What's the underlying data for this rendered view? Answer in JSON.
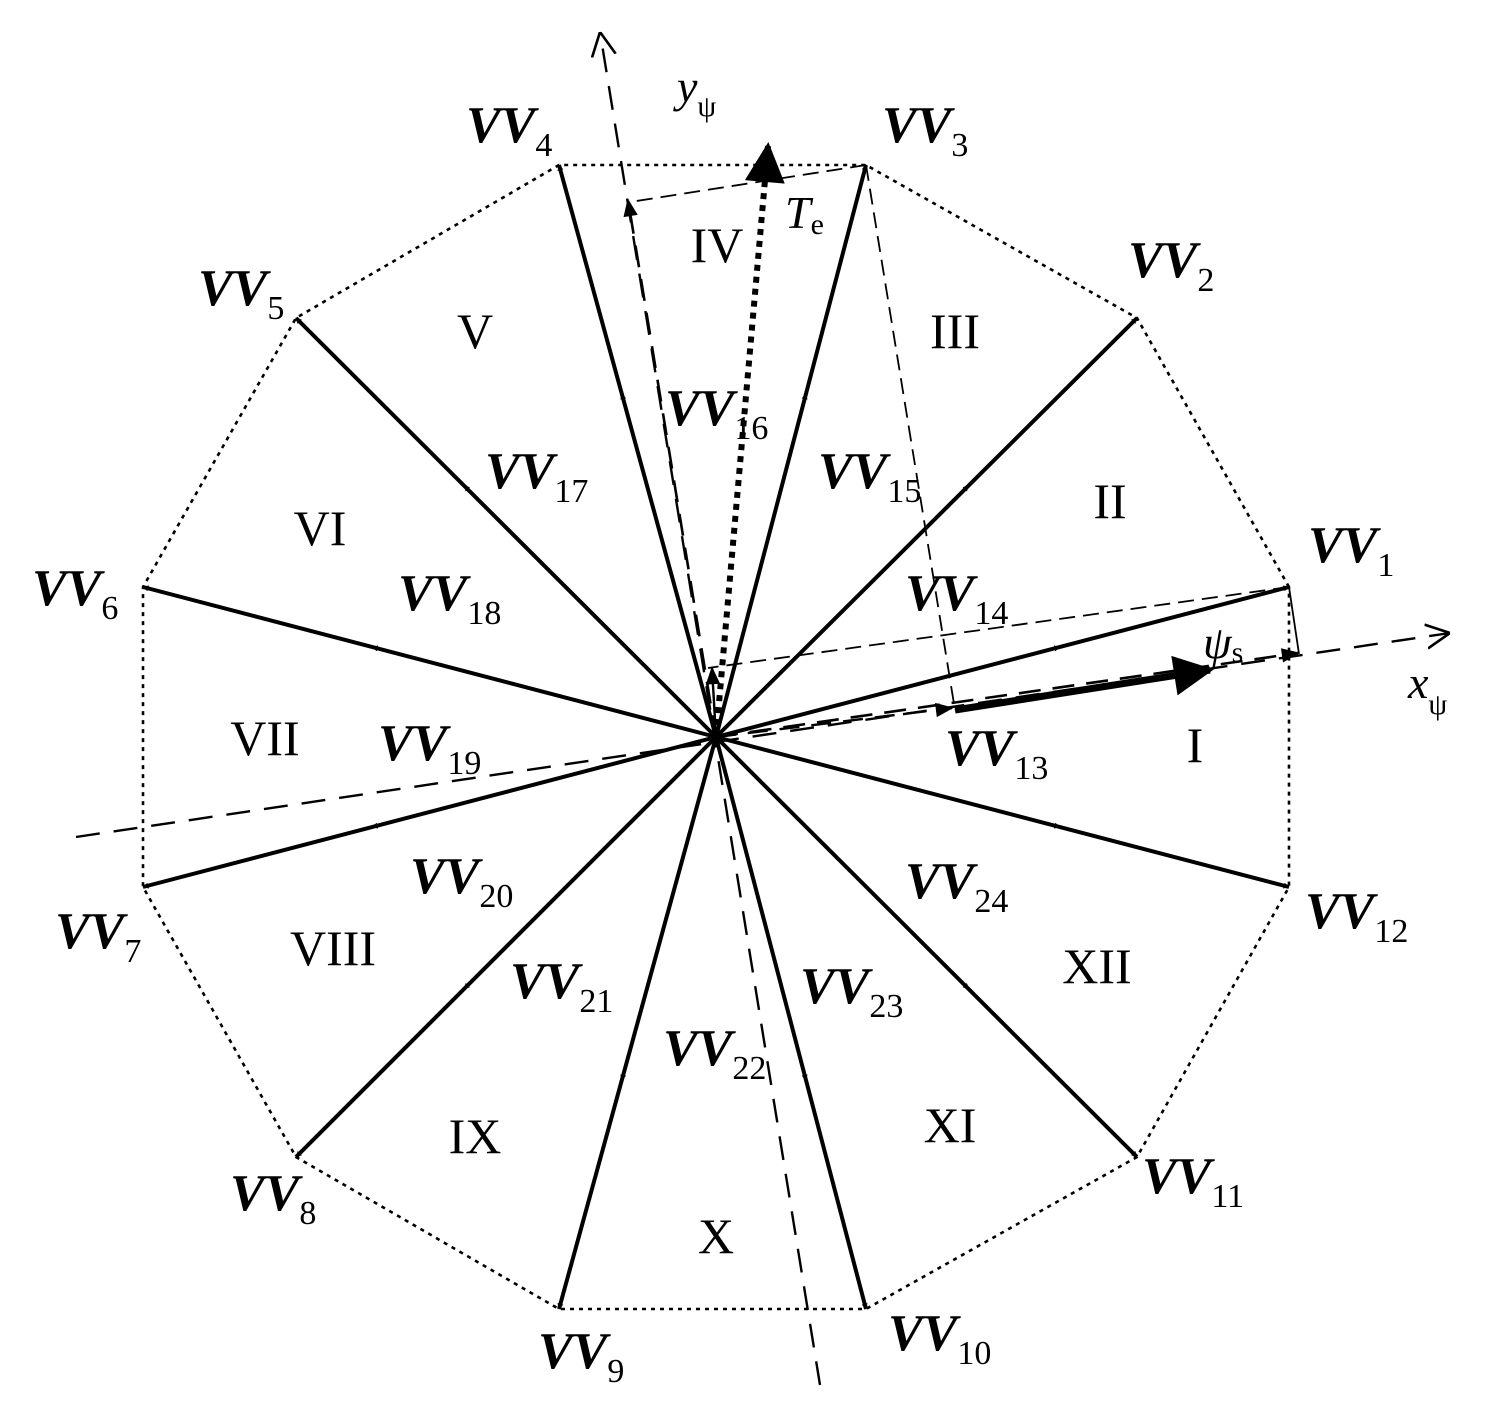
{
  "colors": {
    "ink": "#000000",
    "background": "#ffffff"
  },
  "vectors": {
    "outer": [
      {
        "name": "VV",
        "sub": "1"
      },
      {
        "name": "VV",
        "sub": "2"
      },
      {
        "name": "VV",
        "sub": "3"
      },
      {
        "name": "VV",
        "sub": "4"
      },
      {
        "name": "VV",
        "sub": "5"
      },
      {
        "name": "VV",
        "sub": "6"
      },
      {
        "name": "VV",
        "sub": "7"
      },
      {
        "name": "VV",
        "sub": "8"
      },
      {
        "name": "VV",
        "sub": "9"
      },
      {
        "name": "VV",
        "sub": "10"
      },
      {
        "name": "VV",
        "sub": "11"
      },
      {
        "name": "VV",
        "sub": "12"
      }
    ],
    "inner": [
      {
        "name": "VV",
        "sub": "13"
      },
      {
        "name": "VV",
        "sub": "14"
      },
      {
        "name": "VV",
        "sub": "15"
      },
      {
        "name": "VV",
        "sub": "16"
      },
      {
        "name": "VV",
        "sub": "17"
      },
      {
        "name": "VV",
        "sub": "18"
      },
      {
        "name": "VV",
        "sub": "19"
      },
      {
        "name": "VV",
        "sub": "20"
      },
      {
        "name": "VV",
        "sub": "21"
      },
      {
        "name": "VV",
        "sub": "22"
      },
      {
        "name": "VV",
        "sub": "23"
      },
      {
        "name": "VV",
        "sub": "24"
      }
    ]
  },
  "sectors": [
    "I",
    "II",
    "III",
    "IV",
    "V",
    "VI",
    "VII",
    "VIII",
    "IX",
    "X",
    "XI",
    "XII"
  ],
  "axes": {
    "x": {
      "symbol": "x",
      "sub": "ψ"
    },
    "y": {
      "symbol": "y",
      "sub": "ψ"
    }
  },
  "flux": {
    "symbol": "ψ",
    "sub": "s"
  },
  "torque": {
    "symbol": "T",
    "sub": "e"
  }
}
